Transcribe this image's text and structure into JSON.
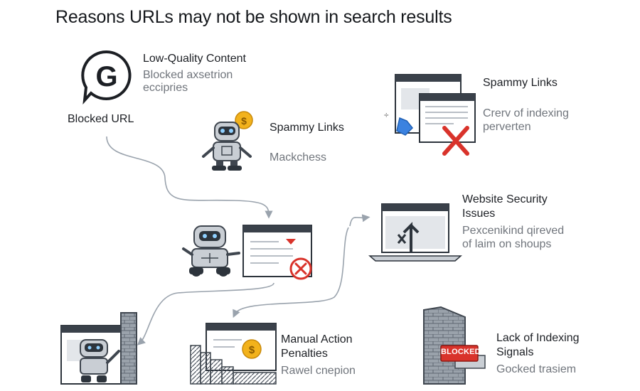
{
  "title": "Reasons URLs may not be shown in search results",
  "items": {
    "low_quality": {
      "label": "Low-Quality Content",
      "sub": [
        "Blocked axsetrion",
        "eccipries"
      ]
    },
    "blocked_url": {
      "label": "Blocked URL"
    },
    "spammy_robot": {
      "label": "Spammy Links",
      "sub": "Mackchess"
    },
    "spammy_windows": {
      "label": "Spammy Links",
      "sub": [
        "Crerv of indexing",
        "perverten"
      ]
    },
    "security": {
      "label": [
        "Website Security",
        "Issues"
      ],
      "sub": [
        "Pexcenikind qireved",
        "of laim on shoups"
      ]
    },
    "manual": {
      "label": [
        "Manual Action",
        "Penalties"
      ],
      "sub": "Rawel cnepion"
    },
    "lack": {
      "label": [
        "Lack of Indexing",
        "Signals"
      ],
      "sub": "Gocked trasiem"
    },
    "blocked_sign": "BLOCKED"
  },
  "colors": {
    "accent_red": "#d9332b",
    "accent_blue": "#3b82e0",
    "coin": "#f2b21c",
    "line": "#9aa3ad"
  }
}
